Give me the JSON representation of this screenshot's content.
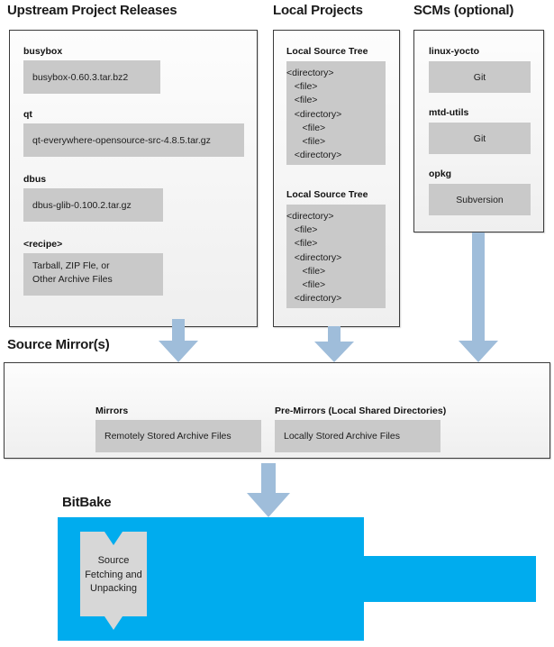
{
  "colors": {
    "arrow": "#9fbdda",
    "bitbake_blue": "#00ACEE",
    "chip_gray": "#c9c9c9",
    "panel_border": "#3b3b3b",
    "text": "#1c1c1c"
  },
  "headings": {
    "upstream": "Upstream Project Releases",
    "local_projects": "Local Projects",
    "scms": "SCMs (optional)",
    "source_mirrors": "Source Mirror(s)",
    "bitbake": "BitBake"
  },
  "upstream": {
    "entries": [
      {
        "label": "busybox",
        "value": "busybox-0.60.3.tar.bz2"
      },
      {
        "label": "qt",
        "value": "qt-everywhere-opensource-src-4.8.5.tar.gz"
      },
      {
        "label": "dbus",
        "value": "dbus-glib-0.100.2.tar.gz"
      },
      {
        "label": "<recipe>",
        "value": "Tarball, ZIP Fle, or\nOther Archive Files"
      }
    ]
  },
  "local_projects": {
    "trees": [
      {
        "label": "Local Source Tree",
        "lines": [
          "<directory>",
          "   <file>",
          "   <file>",
          "   <directory>",
          "      <file>",
          "      <file>",
          "   <directory>"
        ]
      },
      {
        "label": "Local Source Tree",
        "lines": [
          "<directory>",
          "   <file>",
          "   <file>",
          "   <directory>",
          "      <file>",
          "      <file>",
          "   <directory>"
        ]
      }
    ]
  },
  "scms": {
    "entries": [
      {
        "label": "linux-yocto",
        "value": "Git"
      },
      {
        "label": "mtd-utils",
        "value": "Git"
      },
      {
        "label": "opkg",
        "value": "Subversion"
      }
    ]
  },
  "source_mirrors": {
    "groups": [
      {
        "label": "Mirrors",
        "value": "Remotely Stored Archive Files"
      },
      {
        "label": "Pre-Mirrors (Local Shared Directories)",
        "value": "Locally Stored Archive Files"
      }
    ]
  },
  "bitbake": {
    "task_label": "Source\nFetching and\nUnpacking"
  }
}
